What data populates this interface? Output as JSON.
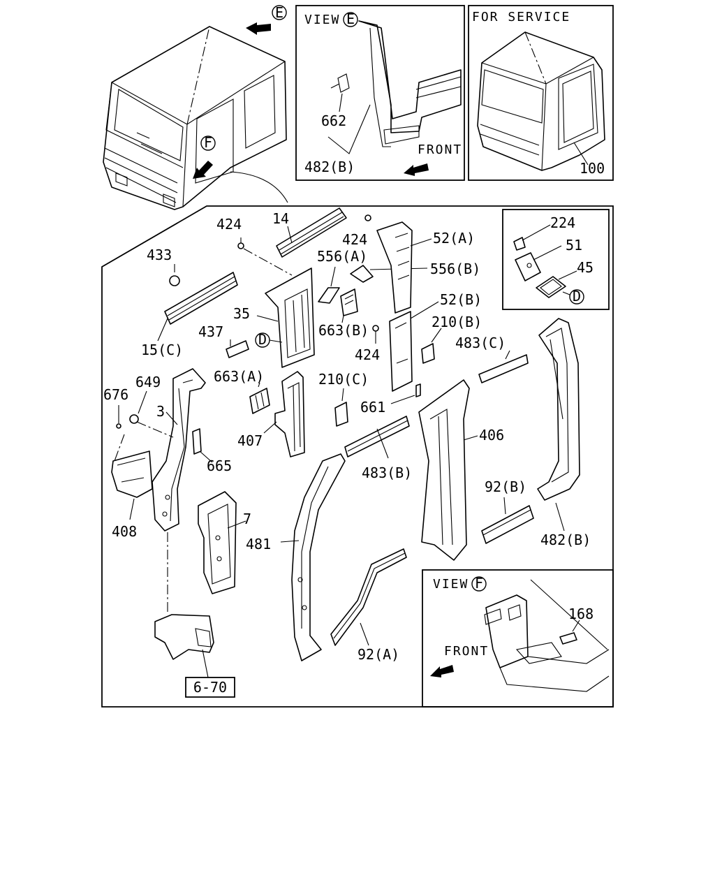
{
  "views": {
    "view_e_title": "VIEW",
    "view_e_ref": "E",
    "view_f_title": "VIEW",
    "view_f_ref": "F",
    "for_service_title": "FOR SERVICE",
    "front_label": "FRONT"
  },
  "refs": {
    "e": "E",
    "f": "F",
    "d": "D"
  },
  "callouts": {
    "p662": "662",
    "p482b_view": "482(B)",
    "p100": "100",
    "p14": "14",
    "p424_a": "424",
    "p424_b": "424",
    "p424_c": "424",
    "p52a": "52(A)",
    "p52b": "52(B)",
    "p556a": "556(A)",
    "p556b": "556(B)",
    "p433": "433",
    "p35": "35",
    "p437": "437",
    "p15c": "15(C)",
    "p663b": "663(B)",
    "p663a": "663(A)",
    "p210b": "210(B)",
    "p210c": "210(C)",
    "p483c": "483(C)",
    "p483b": "483(B)",
    "p661": "661",
    "p649": "649",
    "p676": "676",
    "p3": "3",
    "p665": "665",
    "p407": "407",
    "p406": "406",
    "p408": "408",
    "p7": "7",
    "p481": "481",
    "p92b": "92(B)",
    "p92a": "92(A)",
    "p482b": "482(B)",
    "p224": "224",
    "p51": "51",
    "p45": "45",
    "p168": "168",
    "ref_6_70": "6-70"
  }
}
